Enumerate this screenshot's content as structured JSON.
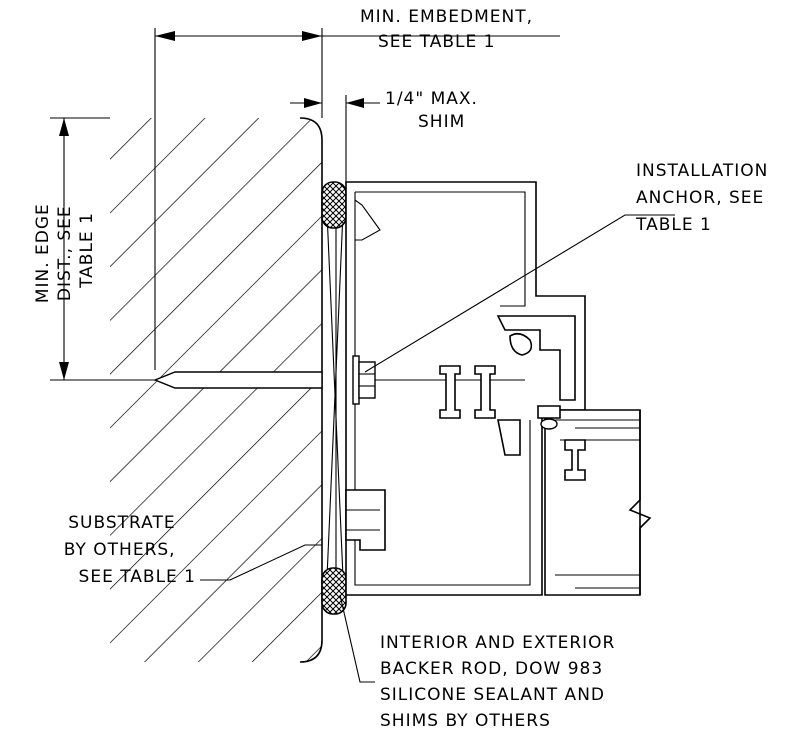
{
  "labels": {
    "min_embedment": [
      "MIN. EMBEDMENT,",
      "SEE TABLE 1"
    ],
    "max_shim": [
      "1/4\" MAX.",
      "SHIM"
    ],
    "installation_anchor": [
      "INSTALLATION",
      "ANCHOR, SEE",
      "TABLE 1"
    ],
    "min_edge_dist": [
      "MIN. EDGE",
      "DIST., SEE",
      "TABLE 1"
    ],
    "substrate": [
      "SUBSTRATE",
      "BY OTHERS,",
      "SEE TABLE 1"
    ],
    "backer_rod": [
      "INTERIOR AND EXTERIOR",
      "BACKER ROD, DOW 983",
      "SILICONE SEALANT AND",
      "SHIMS BY OTHERS"
    ]
  },
  "colors": {
    "ink": "#000000",
    "background": "#ffffff"
  }
}
